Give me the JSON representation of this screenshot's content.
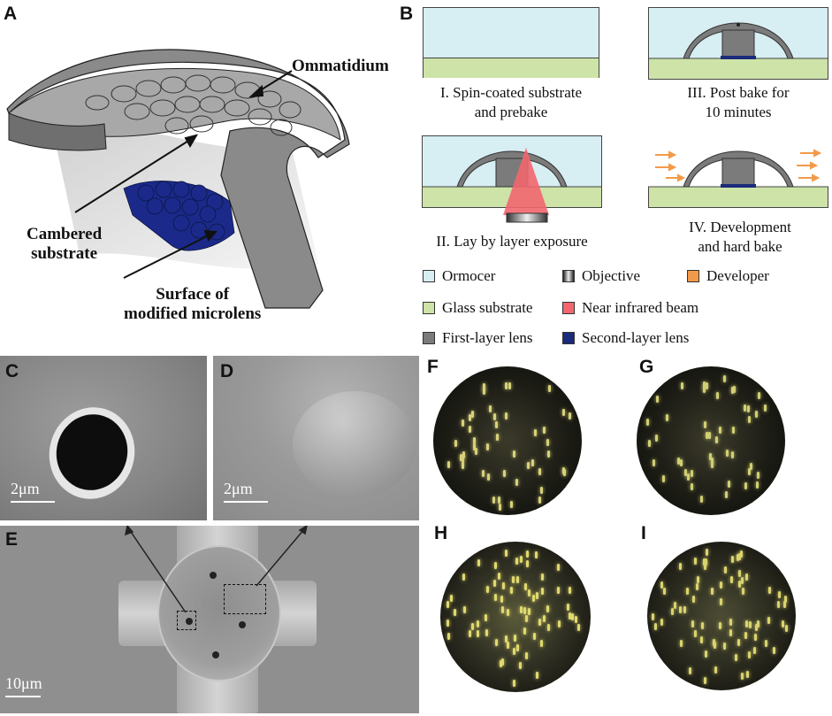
{
  "panels": {
    "A": "A",
    "B": "B",
    "C": "C",
    "D": "D",
    "E": "E",
    "F": "F",
    "G": "G",
    "H": "H",
    "I": "I"
  },
  "panel_a": {
    "ommatidium": "Ommatidium",
    "cambered_line1": "Cambered",
    "cambered_line2": "substrate",
    "surface_line1": "Surface of",
    "surface_line2": "modified microlens"
  },
  "panel_b": {
    "step1_line1": "I. Spin-coated substrate",
    "step1_line2": "and prebake",
    "step2": "II. Lay by layer exposure",
    "step3_line1": "III. Post bake for",
    "step3_line2": "10 minutes",
    "step4_line1": "IV. Development",
    "step4_line2": "and hard bake",
    "legend": {
      "ormocer": "Ormocer",
      "objective": "Objective",
      "developer": "Developer",
      "glass": "Glass substrate",
      "nir": "Near infrared beam",
      "first_layer": "First-layer lens",
      "second_layer": "Second-layer lens"
    }
  },
  "colors": {
    "ormocer": "#d7eef3",
    "glass": "#cde3a8",
    "developer": "#f39a4a",
    "nir": "#f2666e",
    "first_layer": "#7b7b7b",
    "second_layer": "#1b2a7a"
  },
  "scalebars": {
    "c": "2μm",
    "d": "2μm",
    "e": "10μm"
  }
}
